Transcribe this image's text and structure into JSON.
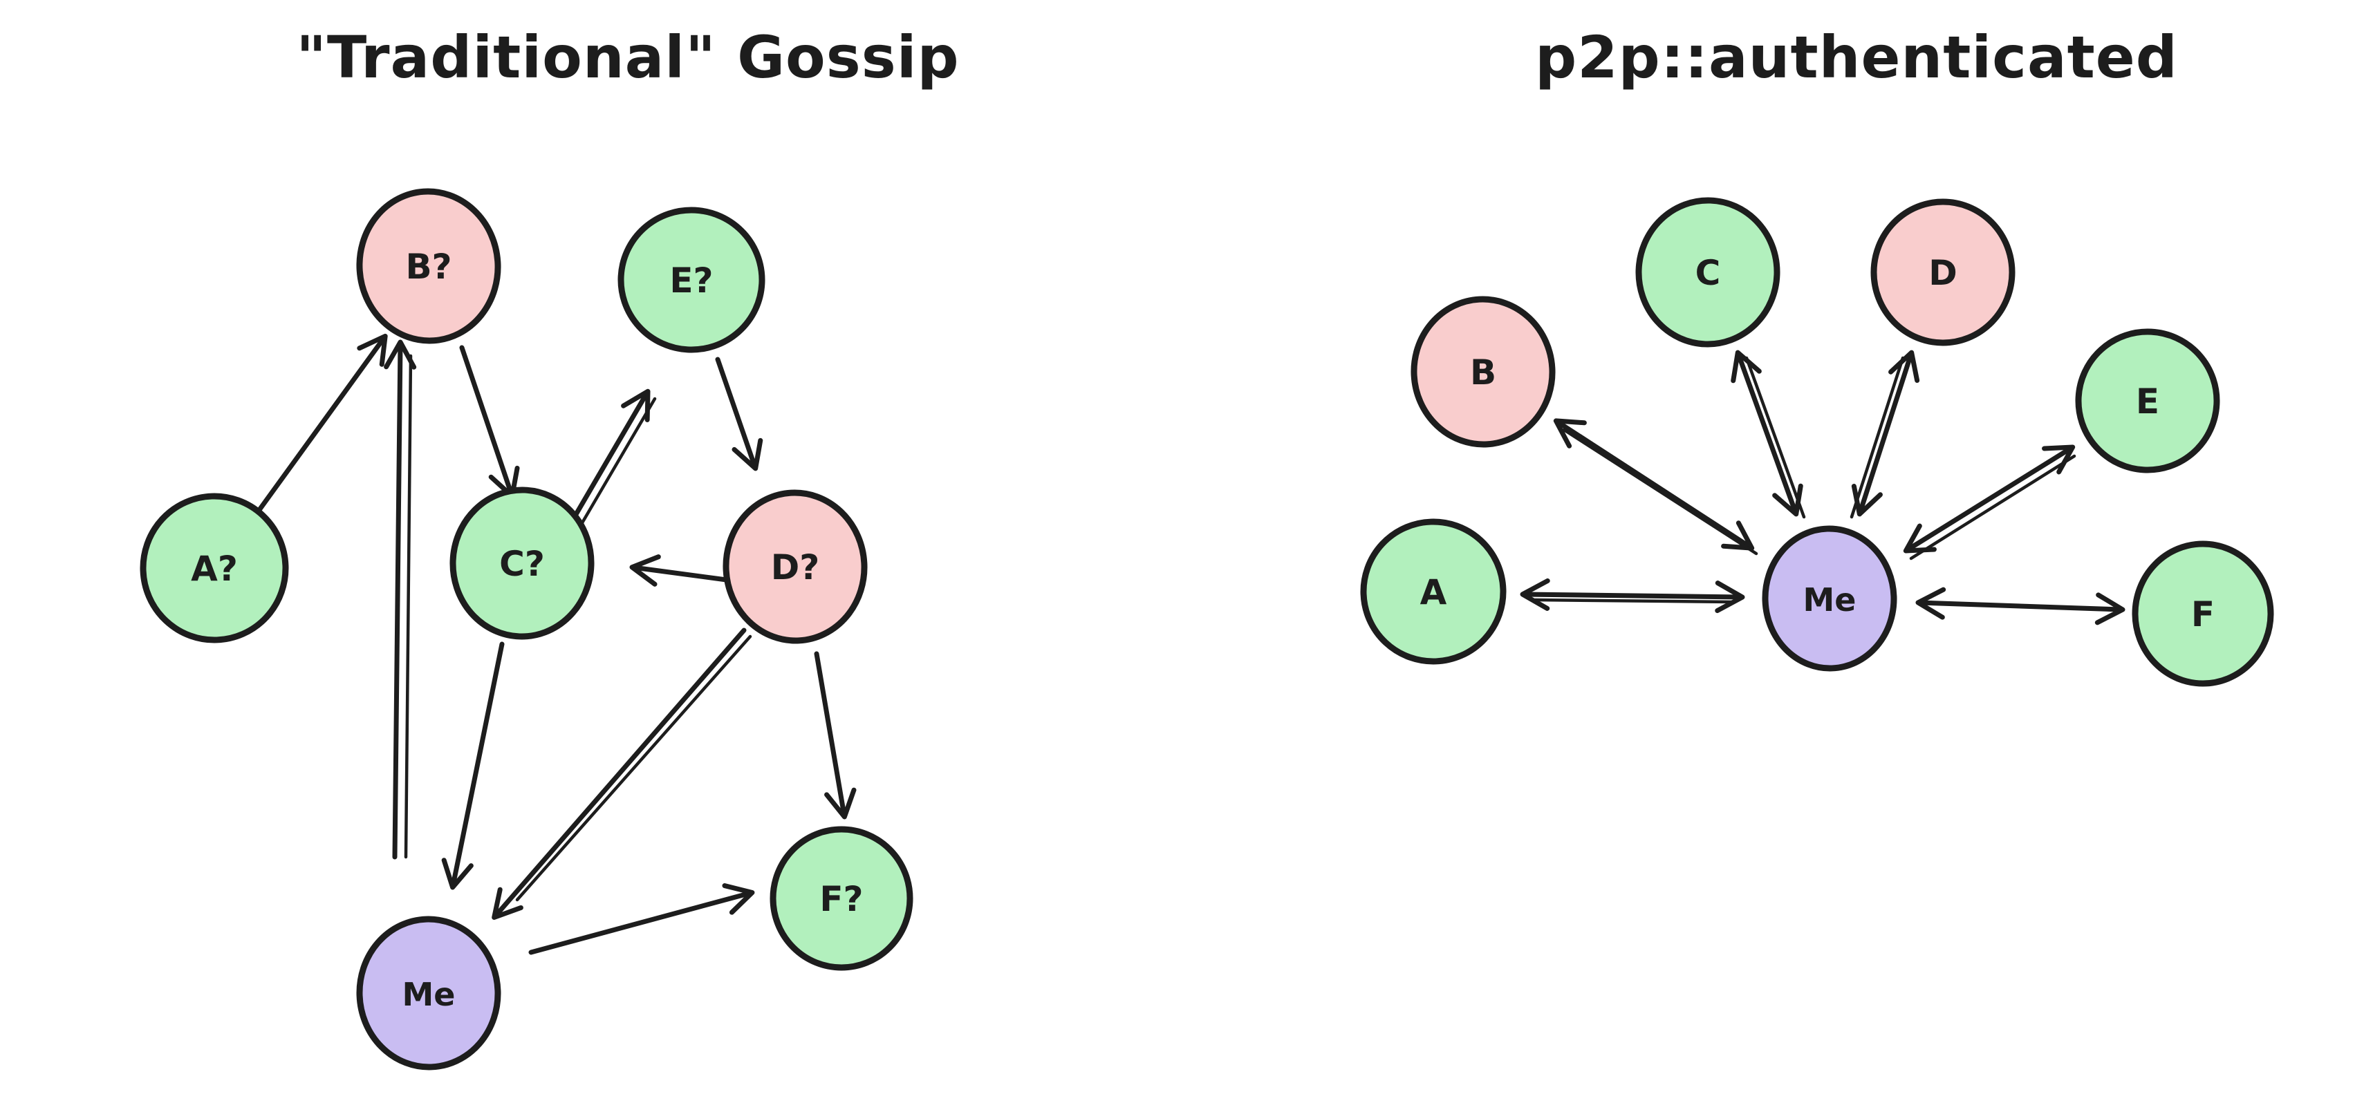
{
  "page": {
    "background": "#ffffff"
  },
  "colors": {
    "stroke": "#1d1d1d",
    "green": "#b2f0bd",
    "pink": "#f9cdcd",
    "purple": "#c9bdf2"
  },
  "diagrams": [
    {
      "id": "traditional-gossip",
      "title": "\"Traditional\" Gossip",
      "nodes": [
        {
          "id": "A",
          "label": "A?",
          "color": "green"
        },
        {
          "id": "B",
          "label": "B?",
          "color": "pink"
        },
        {
          "id": "C",
          "label": "C?",
          "color": "green"
        },
        {
          "id": "D",
          "label": "D?",
          "color": "pink"
        },
        {
          "id": "E",
          "label": "E?",
          "color": "green"
        },
        {
          "id": "F",
          "label": "F?",
          "color": "green"
        },
        {
          "id": "Me",
          "label": "Me",
          "color": "purple"
        }
      ],
      "edges": [
        {
          "from": "A",
          "to": "B",
          "type": "directed"
        },
        {
          "from": "Me",
          "to": "B",
          "type": "directed"
        },
        {
          "from": "B",
          "to": "C",
          "type": "directed"
        },
        {
          "from": "C",
          "to": "E",
          "type": "directed"
        },
        {
          "from": "E",
          "to": "D",
          "type": "directed"
        },
        {
          "from": "D",
          "to": "C",
          "type": "directed"
        },
        {
          "from": "C",
          "to": "Me",
          "type": "directed"
        },
        {
          "from": "D",
          "to": "Me",
          "type": "directed"
        },
        {
          "from": "D",
          "to": "F",
          "type": "directed"
        },
        {
          "from": "Me",
          "to": "F",
          "type": "directed"
        }
      ]
    },
    {
      "id": "p2p-authenticated",
      "title": "p2p::authenticated",
      "nodes": [
        {
          "id": "A",
          "label": "A",
          "color": "green"
        },
        {
          "id": "B",
          "label": "B",
          "color": "pink"
        },
        {
          "id": "C",
          "label": "C",
          "color": "green"
        },
        {
          "id": "D",
          "label": "D",
          "color": "pink"
        },
        {
          "id": "E",
          "label": "E",
          "color": "green"
        },
        {
          "id": "F",
          "label": "F",
          "color": "green"
        },
        {
          "id": "Me",
          "label": "Me",
          "color": "purple"
        }
      ],
      "edges": [
        {
          "from": "Me",
          "to": "A",
          "type": "bidirectional"
        },
        {
          "from": "Me",
          "to": "B",
          "type": "bidirectional"
        },
        {
          "from": "Me",
          "to": "C",
          "type": "bidirectional"
        },
        {
          "from": "Me",
          "to": "D",
          "type": "bidirectional"
        },
        {
          "from": "Me",
          "to": "E",
          "type": "bidirectional"
        },
        {
          "from": "Me",
          "to": "F",
          "type": "bidirectional"
        }
      ]
    }
  ]
}
